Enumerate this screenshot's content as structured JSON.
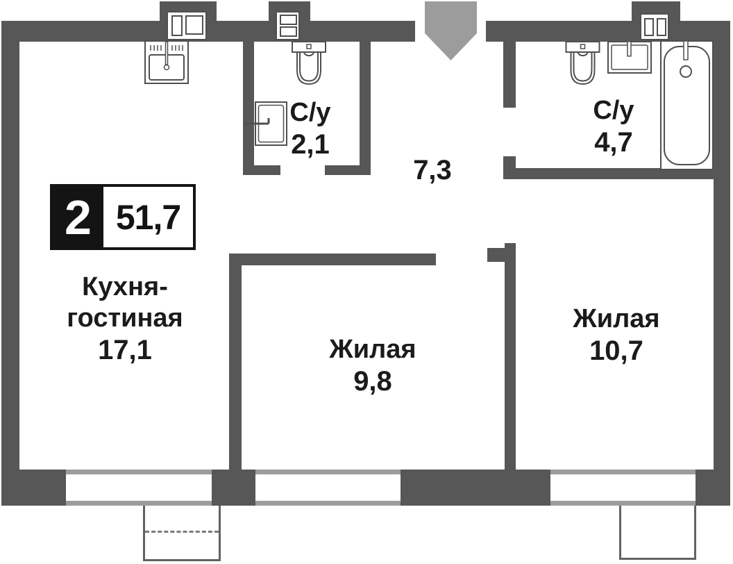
{
  "plan": {
    "type": "apartment-floor-plan",
    "badge": {
      "room_count": "2",
      "total_area": "51,7"
    },
    "rooms": [
      {
        "id": "kitchen-living",
        "name_lines": [
          "Кухня-",
          "гостиная"
        ],
        "area": "17,1"
      },
      {
        "id": "bathroom-small",
        "name": "С/у",
        "area": "2,1"
      },
      {
        "id": "bathroom-large",
        "name": "С/у",
        "area": "4,7"
      },
      {
        "id": "hallway",
        "area": "7,3"
      },
      {
        "id": "living-room-1",
        "name": "Жилая",
        "area": "9,8"
      },
      {
        "id": "living-room-2",
        "name": "Жилая",
        "area": "10,7"
      }
    ],
    "colors": {
      "wall": "#575757",
      "light_gray": "#9c9c9c",
      "text": "#1b1b1b",
      "badge_bg": "#141414"
    }
  }
}
